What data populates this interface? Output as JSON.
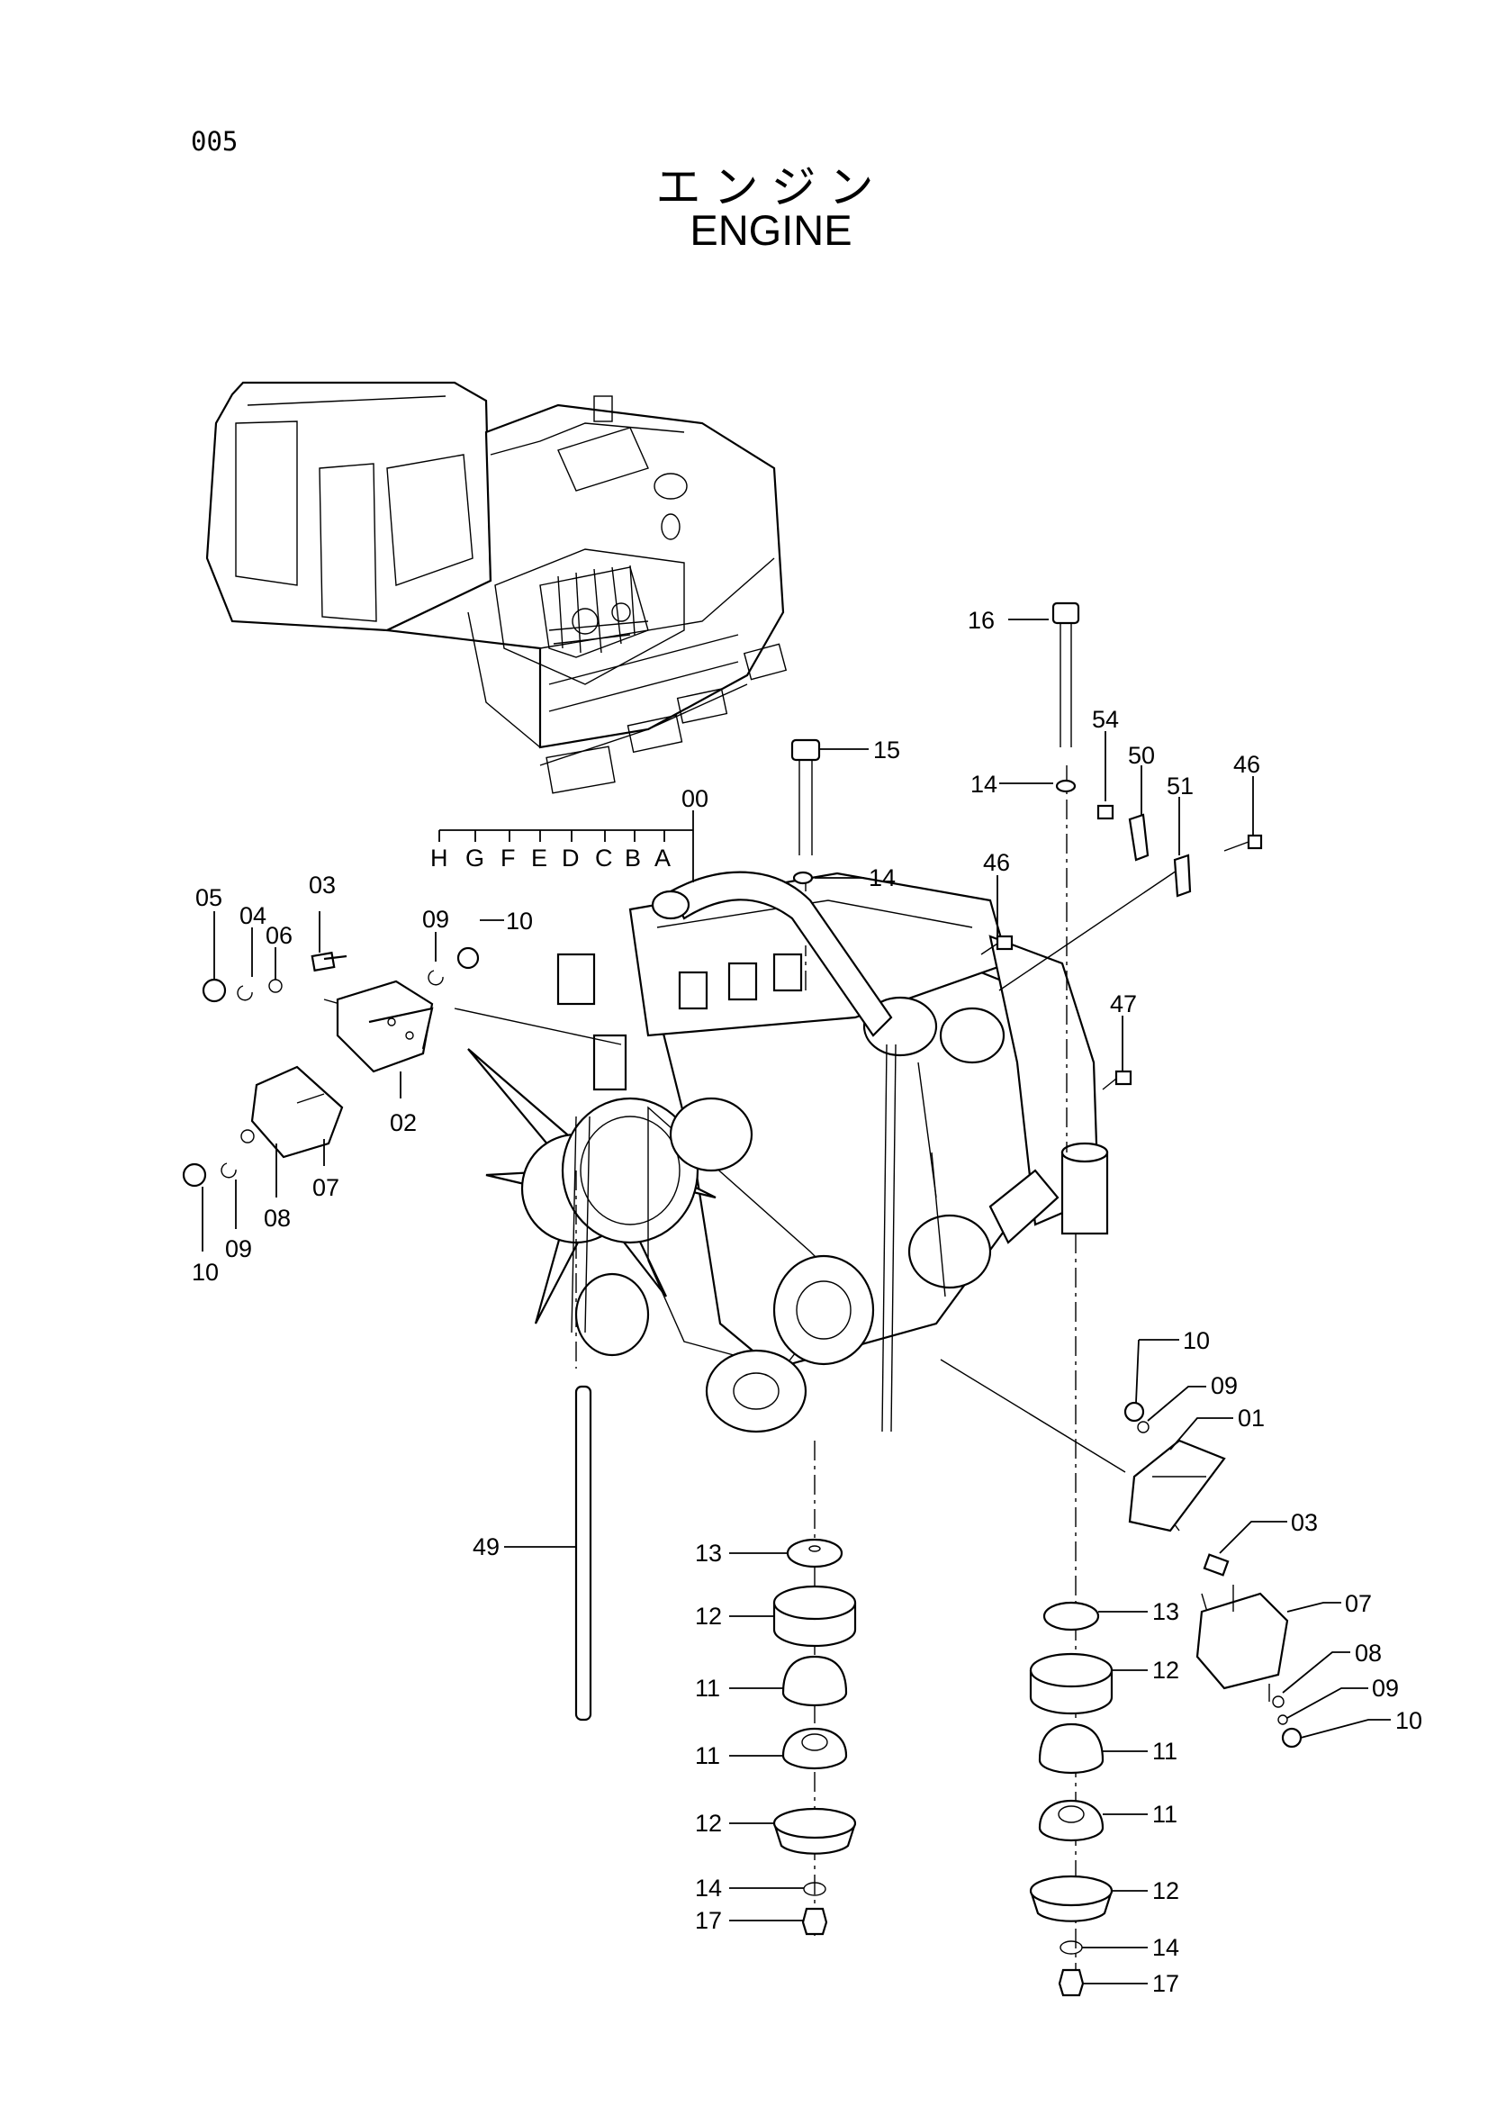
{
  "page": {
    "number": "005",
    "title_jp": "エンジン",
    "title_en": "ENGINE"
  },
  "variant_letters": [
    "H",
    "G",
    "F",
    "E",
    "D",
    "C",
    "B",
    "A"
  ],
  "callouts": {
    "c00": "00",
    "c01": "01",
    "c02": "02",
    "c03": "03",
    "c04": "04",
    "c05": "05",
    "c06": "06",
    "c07": "07",
    "c08": "08",
    "c09": "09",
    "c10": "10",
    "c11": "11",
    "c12": "12",
    "c13": "13",
    "c14": "14",
    "c15": "15",
    "c16": "16",
    "c17": "17",
    "c46": "46",
    "c47": "47",
    "c49": "49",
    "c50": "50",
    "c51": "51",
    "c54": "54"
  }
}
